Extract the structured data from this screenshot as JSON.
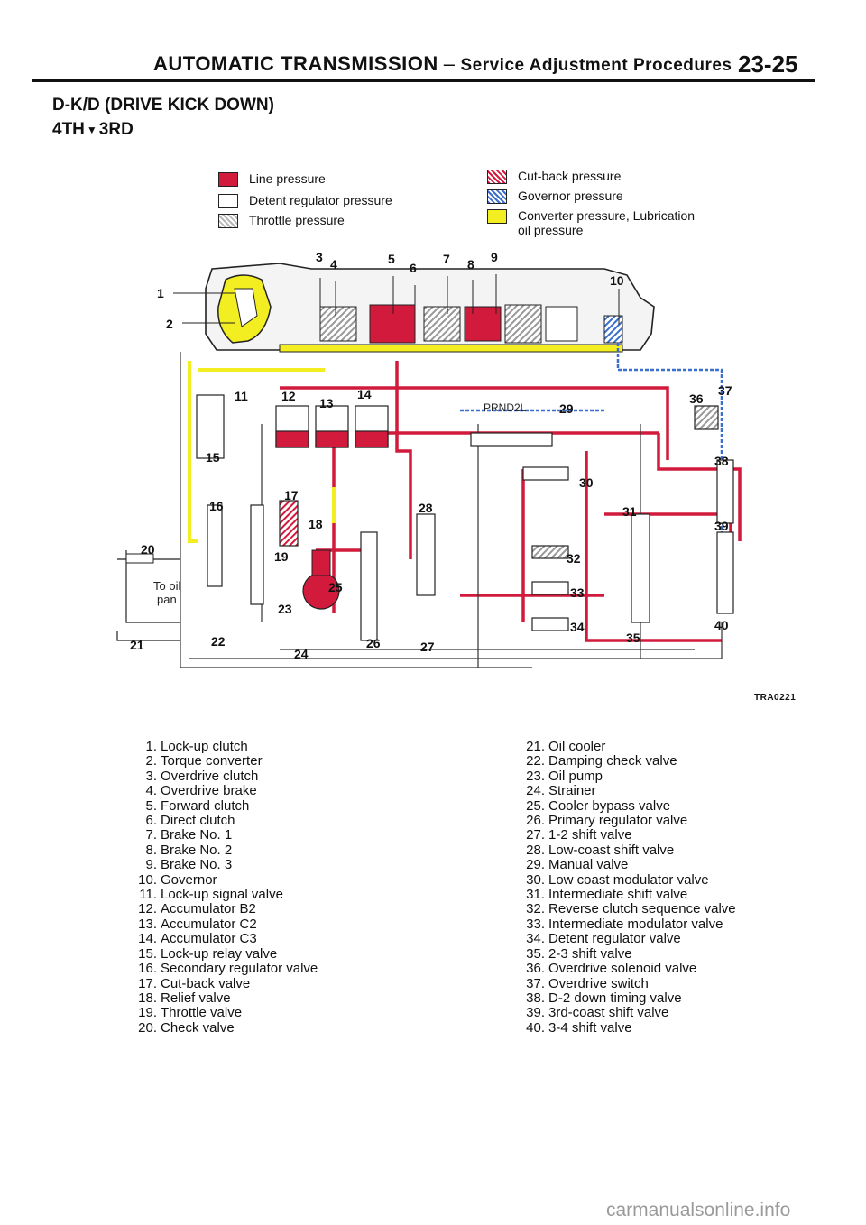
{
  "header": {
    "title": "AUTOMATIC TRANSMISSION",
    "dash": "–",
    "subtitle": "Service Adjustment Procedures",
    "page": "23-25"
  },
  "mode": {
    "title": "D-K/D (DRIVE KICK DOWN)",
    "from": "4TH",
    "to": "3RD"
  },
  "legend": [
    {
      "label": "Line pressure",
      "swatch": "solid-red",
      "color": "#d11a3c"
    },
    {
      "label": "Detent regulator pressure",
      "swatch": "white",
      "color": "#ffffff"
    },
    {
      "label": "Throttle pressure",
      "swatch": "hatched-gray",
      "color": "#b8b8b8"
    },
    {
      "label": "Cut-back pressure",
      "swatch": "hatched-red",
      "color": "#d11a3c"
    },
    {
      "label": "Governor pressure",
      "swatch": "hatched-blue",
      "color": "#3a6fd0"
    },
    {
      "label": "Converter pressure, Lubrication",
      "label2": "oil pressure",
      "swatch": "solid-yellow",
      "color": "#f3ee22"
    }
  ],
  "diagram": {
    "callouts": [
      "1",
      "2",
      "3",
      "4",
      "5",
      "6",
      "7",
      "8",
      "9",
      "10",
      "11",
      "12",
      "13",
      "14",
      "15",
      "16",
      "17",
      "18",
      "19",
      "20",
      "21",
      "22",
      "23",
      "24",
      "25",
      "26",
      "27",
      "28",
      "29",
      "30",
      "31",
      "32",
      "33",
      "34",
      "35",
      "36",
      "37",
      "38",
      "39",
      "40"
    ],
    "manual_valve_label": "PRND2L",
    "oil_pan_label_1": "To oil",
    "oil_pan_label_2": "pan",
    "figure_code": "TRA0221"
  },
  "parts_left": [
    {
      "num": "1.",
      "name": "Lock-up clutch"
    },
    {
      "num": "2.",
      "name": "Torque converter"
    },
    {
      "num": "3.",
      "name": "Overdrive clutch"
    },
    {
      "num": "4.",
      "name": "Overdrive brake"
    },
    {
      "num": "5.",
      "name": "Forward clutch"
    },
    {
      "num": "6.",
      "name": "Direct clutch"
    },
    {
      "num": "7.",
      "name": "Brake No. 1"
    },
    {
      "num": "8.",
      "name": "Brake No. 2"
    },
    {
      "num": "9.",
      "name": "Brake No. 3"
    },
    {
      "num": "10.",
      "name": "Governor"
    },
    {
      "num": "11.",
      "name": "Lock-up signal valve"
    },
    {
      "num": "12.",
      "name": "Accumulator B2"
    },
    {
      "num": "13.",
      "name": "Accumulator C2"
    },
    {
      "num": "14.",
      "name": "Accumulator C3"
    },
    {
      "num": "15.",
      "name": "Lock-up relay valve"
    },
    {
      "num": "16.",
      "name": "Secondary regulator valve"
    },
    {
      "num": "17.",
      "name": "Cut-back valve"
    },
    {
      "num": "18.",
      "name": "Relief valve"
    },
    {
      "num": "19.",
      "name": "Throttle valve"
    },
    {
      "num": "20.",
      "name": "Check valve"
    }
  ],
  "parts_right": [
    {
      "num": "21.",
      "name": "Oil cooler"
    },
    {
      "num": "22.",
      "name": "Damping check valve"
    },
    {
      "num": "23.",
      "name": "Oil pump"
    },
    {
      "num": "24.",
      "name": "Strainer"
    },
    {
      "num": "25.",
      "name": "Cooler bypass valve"
    },
    {
      "num": "26.",
      "name": "Primary regulator valve"
    },
    {
      "num": "27.",
      "name": "1-2 shift valve"
    },
    {
      "num": "28.",
      "name": "Low-coast shift valve"
    },
    {
      "num": "29.",
      "name": "Manual valve"
    },
    {
      "num": "30.",
      "name": "Low coast modulator valve"
    },
    {
      "num": "31.",
      "name": "Intermediate shift valve"
    },
    {
      "num": "32.",
      "name": "Reverse clutch sequence valve"
    },
    {
      "num": "33.",
      "name": "Intermediate modulator valve"
    },
    {
      "num": "34.",
      "name": "Detent regulator valve"
    },
    {
      "num": "35.",
      "name": "2-3 shift valve"
    },
    {
      "num": "36.",
      "name": "Overdrive solenoid valve"
    },
    {
      "num": "37.",
      "name": "Overdrive switch"
    },
    {
      "num": "38.",
      "name": "D-2 down timing valve"
    },
    {
      "num": "39.",
      "name": "3rd-coast shift valve"
    },
    {
      "num": "40.",
      "name": "3-4 shift valve"
    }
  ],
  "watermark": "carmanualsonline.info"
}
